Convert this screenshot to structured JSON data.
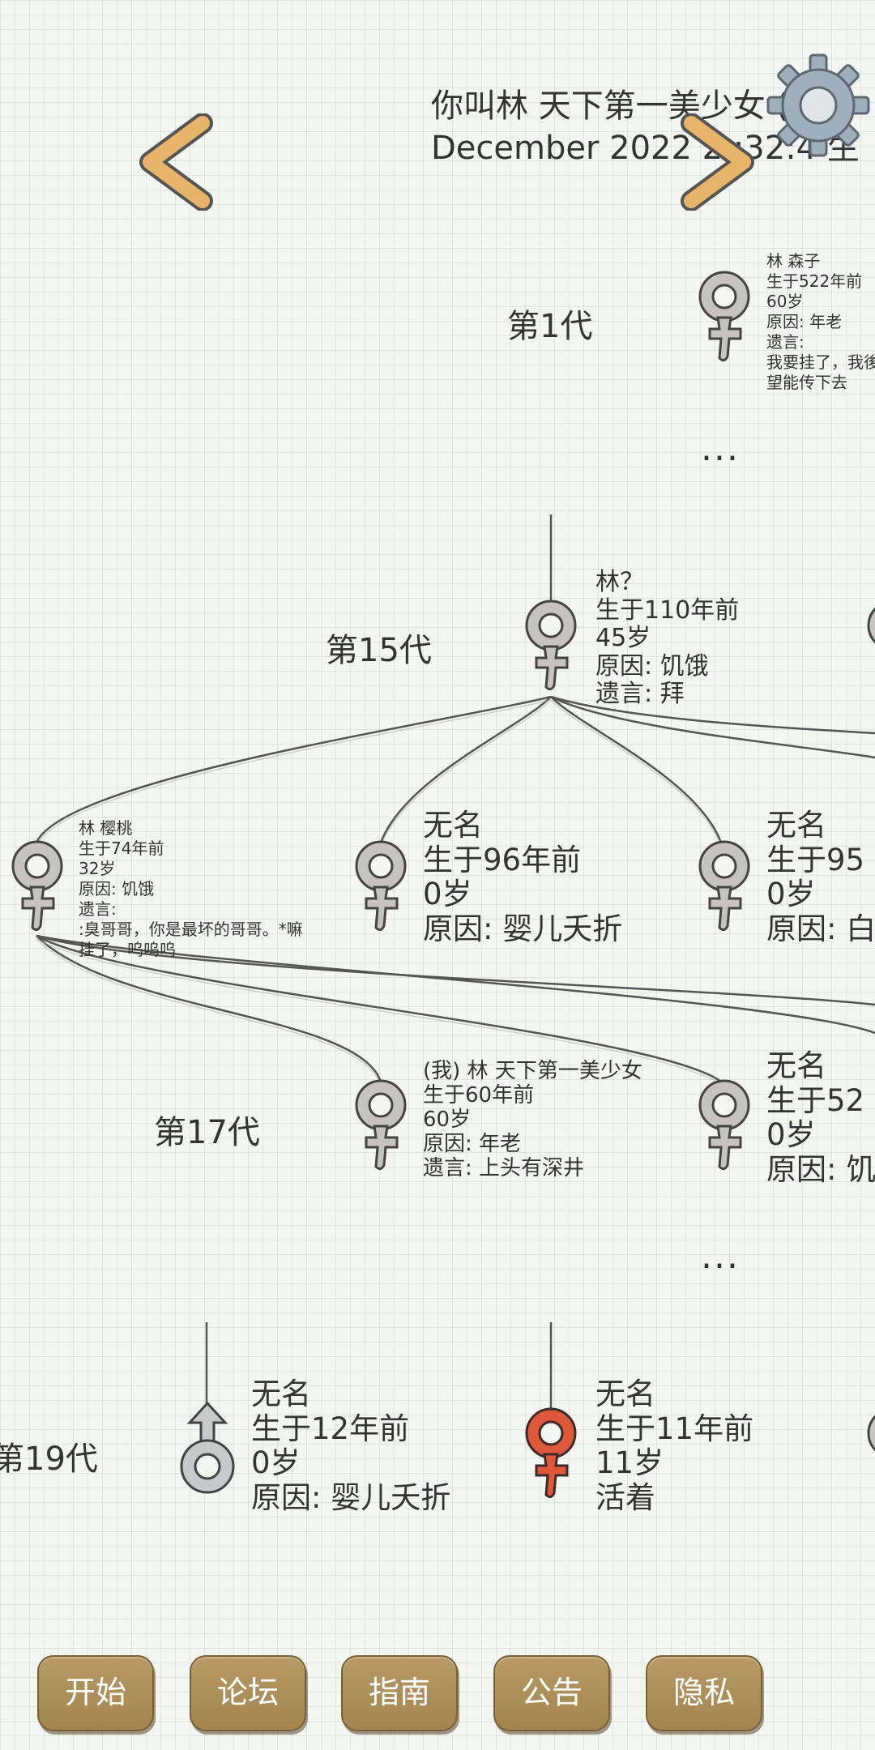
{
  "header": {
    "line1": "你叫林 天下第一美少女 (...)",
    "line2": "December 2022 2 :32:4 生"
  },
  "colors": {
    "button_bg": "#a98b57",
    "female_icon": "#c9c2c2",
    "alive_icon": "#e0583c",
    "male_icon": "#c7c9cb"
  },
  "generations": {
    "gen1": "第1代",
    "gen15": "第15代",
    "gen17": "第17代",
    "gen19": "第19代"
  },
  "ellipsis": {
    "top": "...",
    "bottom": "..."
  },
  "people": {
    "forest": {
      "name": "林 森子",
      "born": "生于522年前",
      "age": "60岁",
      "cause": "原因: 年老",
      "will_label": "遗言:",
      "will_1": "我要挂了，我後",
      "will_2": "望能传下去"
    },
    "unknown": {
      "name": "林？",
      "born": "生于110年前",
      "age": "45岁",
      "cause": "原因: 饥饿",
      "will": "遗言: 拜"
    },
    "cherry": {
      "name": "林 樱桃",
      "born": "生于74年前",
      "age": "32岁",
      "cause": "原因: 饥饿",
      "will_label": "遗言:",
      "will_1": ":臭哥哥，你是最坏的哥哥。*嘛",
      "will_2": "挂了，呜呜呜"
    },
    "nameless96": {
      "name": "无名",
      "born": "生于96年前",
      "age": "0岁",
      "cause": "原因: 婴儿夭折"
    },
    "nameless95": {
      "name": "无名",
      "born": "生于95",
      "age": "0岁",
      "cause": "原因: 白"
    },
    "me": {
      "name": "(我) 林 天下第一美少女",
      "born": "生于60年前",
      "age": "60岁",
      "cause": "原因: 年老",
      "will": "遗言: 上头有深井"
    },
    "nameless52": {
      "name": "无名",
      "born": "生于52",
      "age": "0岁",
      "cause": "原因: 饥"
    },
    "son12": {
      "name": "无名",
      "born": "生于12年前",
      "age": "0岁",
      "cause": "原因: 婴儿夭折"
    },
    "alive11": {
      "name": "无名",
      "born": "生于11年前",
      "age": "11岁",
      "cause": "活着"
    }
  },
  "buttons": {
    "start": "开始",
    "forum": "论坛",
    "guide": "指南",
    "notice": "公告",
    "privacy": "隐私"
  }
}
